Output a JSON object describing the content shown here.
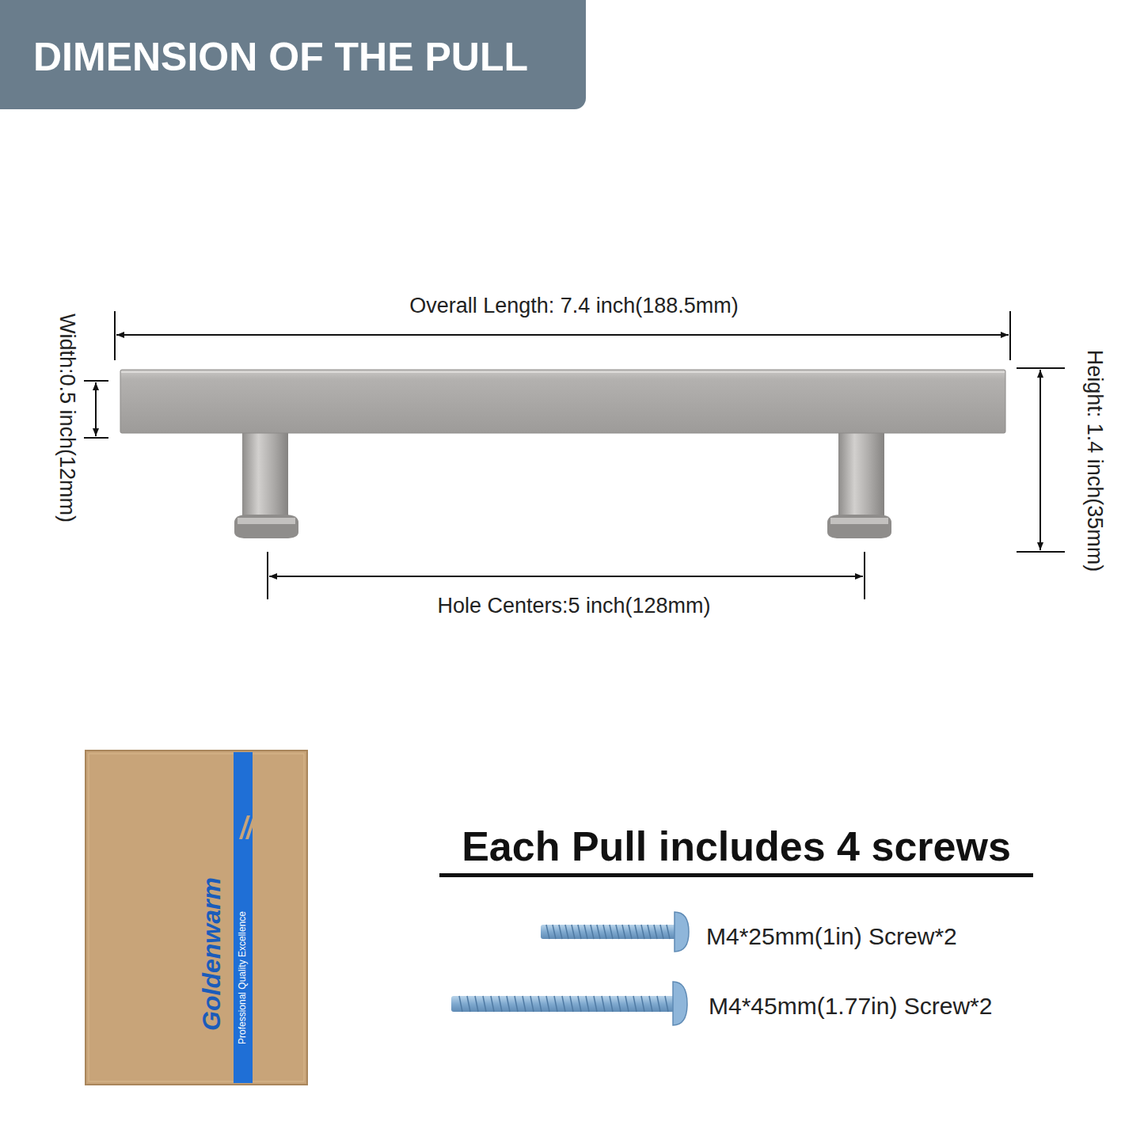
{
  "diagram": {
    "title": "DIMENSION OF THE PULL",
    "labels": [
      "Overall Length: 7.4 inch(188.5mm)",
      "Width:0.5 inch(12mm)",
      "Height: 1.4 inch(35mm)",
      "Hole Centers:5 inch(128mm)",
      "Goldenwarm",
      "Professional Quality Excellence",
      "Each Pull includes 4 screws",
      "M4*25mm(1in) Screw*2",
      "M4*45mm(1.77in) Screw*2"
    ]
  }
}
